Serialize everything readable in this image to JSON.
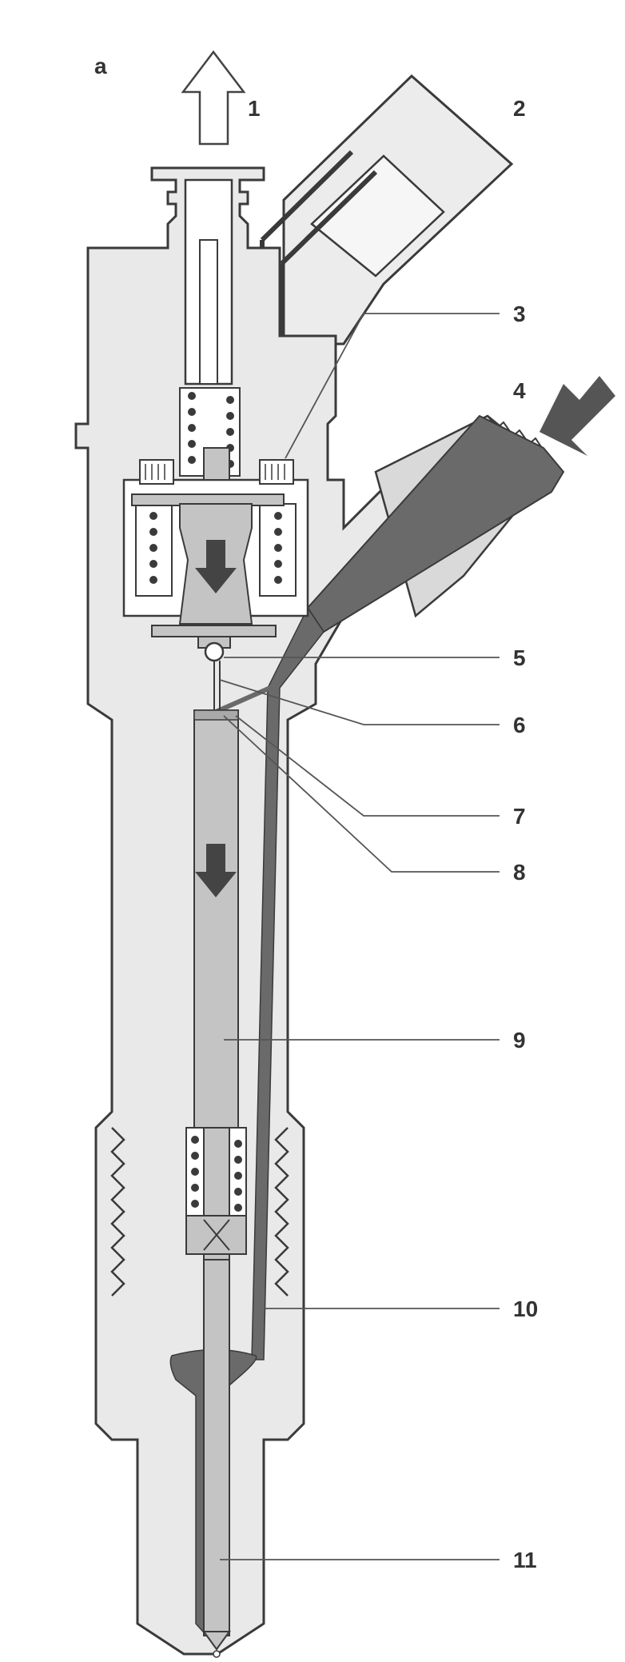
{
  "panel_label": "a",
  "callouts": [
    {
      "id": "1",
      "text": "1"
    },
    {
      "id": "2",
      "text": "2"
    },
    {
      "id": "3",
      "text": "3"
    },
    {
      "id": "4",
      "text": "4"
    },
    {
      "id": "5",
      "text": "5"
    },
    {
      "id": "6",
      "text": "6"
    },
    {
      "id": "7",
      "text": "7"
    },
    {
      "id": "8",
      "text": "8"
    },
    {
      "id": "9",
      "text": "9"
    },
    {
      "id": "10",
      "text": "10"
    },
    {
      "id": "11",
      "text": "11"
    }
  ],
  "colors": {
    "body": "#e9e9e9",
    "outline": "#3a3a3a",
    "fuel": "#6a6a6a",
    "parts": "#c4c4c4",
    "parts_dark": "#a9a9a9",
    "arrow": "#444444"
  }
}
